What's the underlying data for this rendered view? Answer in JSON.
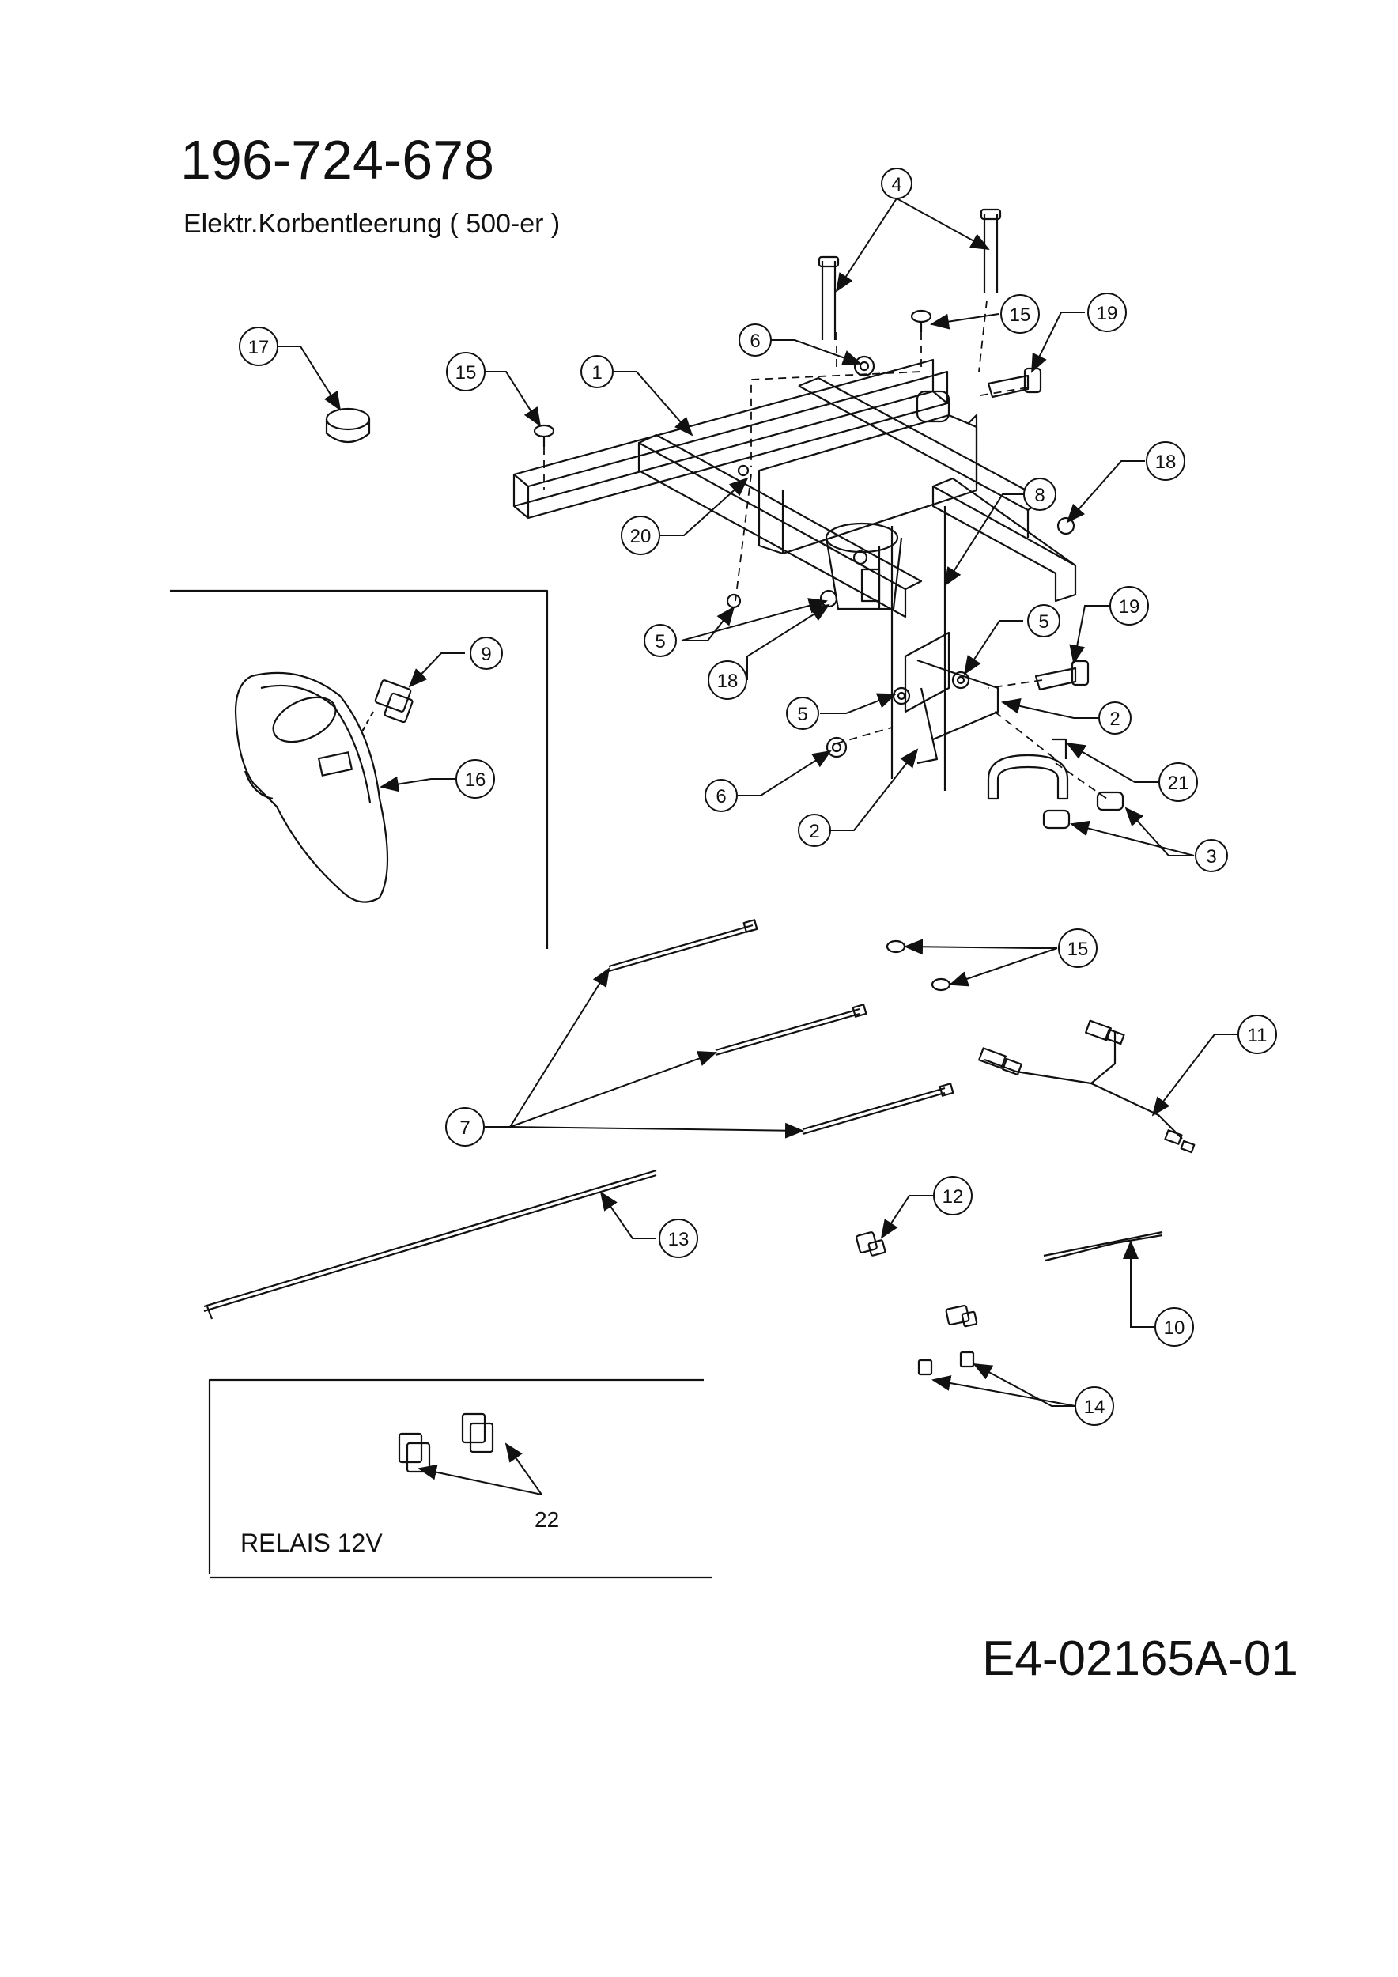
{
  "header": {
    "model_number": "196-724-678",
    "assembly_name": "Elektr.Korbentleerung ( 500-er )"
  },
  "footer": {
    "drawing_number": "E4-02165A-01"
  },
  "inset_relay": {
    "label": "RELAIS 12V",
    "part_ref": "22"
  },
  "callouts": {
    "c1": "1",
    "c2a": "2",
    "c2b": "2",
    "c3": "3",
    "c4": "4",
    "c5a": "5",
    "c5b": "5",
    "c5c": "5",
    "c6a": "6",
    "c6b": "6",
    "c7": "7",
    "c8": "8",
    "c9": "9",
    "c10": "10",
    "c11": "11",
    "c12": "12",
    "c13": "13",
    "c14": "14",
    "c15a": "15",
    "c15b": "15",
    "c15c": "15",
    "c16": "16",
    "c17": "17",
    "c18a": "18",
    "c18b": "18",
    "c19a": "19",
    "c19b": "19",
    "c20": "20",
    "c21": "21"
  },
  "colors": {
    "line": "#111111",
    "background": "#ffffff"
  }
}
